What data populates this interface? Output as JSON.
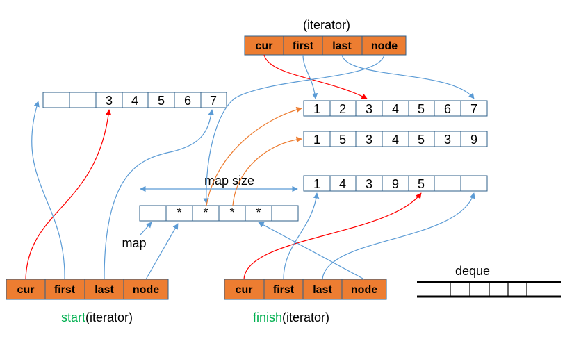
{
  "top_iterator": {
    "label": "(iterator)",
    "fields": [
      "cur",
      "first",
      "last",
      "node"
    ]
  },
  "buffers": {
    "left": [
      "",
      "",
      "3",
      "4",
      "5",
      "6",
      "7"
    ],
    "right1": [
      "1",
      "2",
      "3",
      "4",
      "5",
      "6",
      "7"
    ],
    "right2": [
      "1",
      "5",
      "3",
      "4",
      "5",
      "3",
      "9"
    ],
    "right3": [
      "1",
      "4",
      "3",
      "9",
      "5",
      "",
      ""
    ]
  },
  "map": {
    "cells": [
      "",
      "*",
      "*",
      "*",
      "*",
      ""
    ],
    "label": "map",
    "size_label": "map size"
  },
  "start_iterator": {
    "fields": [
      "cur",
      "first",
      "last",
      "node"
    ],
    "label_keyword": "start",
    "label_suffix": "(iterator)"
  },
  "finish_iterator": {
    "fields": [
      "cur",
      "first",
      "last",
      "node"
    ],
    "label_keyword": "finish",
    "label_suffix": "(iterator)"
  },
  "legend": {
    "label": "deque"
  },
  "colors": {
    "iterator_fill": "#ed7d31",
    "cell_border": "#2e5f8a",
    "arrow_blue": "#5b9bd5",
    "arrow_red": "#ff0000",
    "arrow_orange": "#ed7d31",
    "keyword_green": "#00b050"
  }
}
